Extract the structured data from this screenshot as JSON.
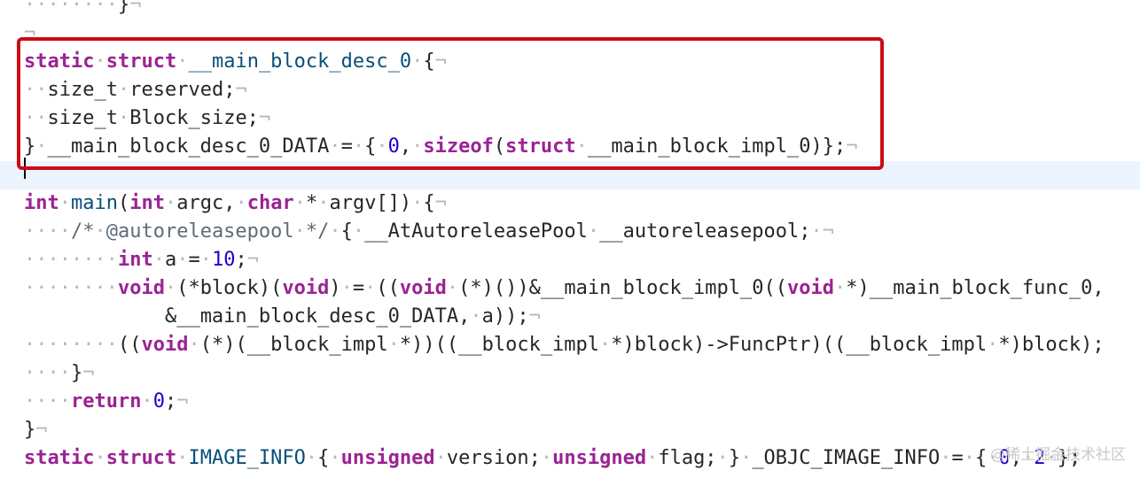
{
  "editor": {
    "colors": {
      "keyword": "#9b2393",
      "type": "#0b4f79",
      "number": "#1c00cf",
      "comment": "#5d6c79",
      "plain": "#262626",
      "invisible": "#b8b8b8",
      "current_line": "#ecf5fe",
      "highlight_box": "#cc0b13"
    },
    "lines": [
      {
        "tokens": [
          {
            "t": "ws",
            "v": "········"
          },
          {
            "t": "plain",
            "v": "}"
          },
          {
            "t": "ws",
            "v": "¬"
          }
        ]
      },
      {
        "tokens": [
          {
            "t": "ws",
            "v": "¬"
          }
        ]
      },
      {
        "tokens": [
          {
            "t": "kw",
            "v": "static"
          },
          {
            "t": "ws",
            "v": "·"
          },
          {
            "t": "kw",
            "v": "struct"
          },
          {
            "t": "ws",
            "v": "·"
          },
          {
            "t": "type",
            "v": "__main_block_desc_0"
          },
          {
            "t": "ws",
            "v": "·"
          },
          {
            "t": "plain",
            "v": "{"
          },
          {
            "t": "ws",
            "v": "¬"
          }
        ]
      },
      {
        "tokens": [
          {
            "t": "ws",
            "v": "··"
          },
          {
            "t": "plain",
            "v": "size_t"
          },
          {
            "t": "ws",
            "v": "·"
          },
          {
            "t": "plain",
            "v": "reserved;"
          },
          {
            "t": "ws",
            "v": "¬"
          }
        ]
      },
      {
        "tokens": [
          {
            "t": "ws",
            "v": "··"
          },
          {
            "t": "plain",
            "v": "size_t"
          },
          {
            "t": "ws",
            "v": "·"
          },
          {
            "t": "plain",
            "v": "Block_size;"
          },
          {
            "t": "ws",
            "v": "¬"
          }
        ]
      },
      {
        "tokens": [
          {
            "t": "plain",
            "v": "}"
          },
          {
            "t": "ws",
            "v": "·"
          },
          {
            "t": "plain",
            "v": "__main_block_desc_0_DATA"
          },
          {
            "t": "ws",
            "v": "·"
          },
          {
            "t": "plain",
            "v": "="
          },
          {
            "t": "ws",
            "v": "·"
          },
          {
            "t": "plain",
            "v": "{"
          },
          {
            "t": "ws",
            "v": "·"
          },
          {
            "t": "num",
            "v": "0"
          },
          {
            "t": "plain",
            "v": ","
          },
          {
            "t": "ws",
            "v": "·"
          },
          {
            "t": "kw",
            "v": "sizeof"
          },
          {
            "t": "plain",
            "v": "("
          },
          {
            "t": "kw",
            "v": "struct"
          },
          {
            "t": "ws",
            "v": "·"
          },
          {
            "t": "plain",
            "v": "__main_block_impl_0)};"
          },
          {
            "t": "ws",
            "v": "¬"
          }
        ]
      },
      {
        "current": true,
        "tokens": []
      },
      {
        "tokens": [
          {
            "t": "kw",
            "v": "int"
          },
          {
            "t": "ws",
            "v": "·"
          },
          {
            "t": "type",
            "v": "main"
          },
          {
            "t": "plain",
            "v": "("
          },
          {
            "t": "kw",
            "v": "int"
          },
          {
            "t": "ws",
            "v": "·"
          },
          {
            "t": "plain",
            "v": "argc,"
          },
          {
            "t": "ws",
            "v": "·"
          },
          {
            "t": "kw",
            "v": "char"
          },
          {
            "t": "ws",
            "v": "·"
          },
          {
            "t": "plain",
            "v": "*"
          },
          {
            "t": "ws",
            "v": "·"
          },
          {
            "t": "plain",
            "v": "argv[])"
          },
          {
            "t": "ws",
            "v": "·"
          },
          {
            "t": "plain",
            "v": "{"
          },
          {
            "t": "ws",
            "v": "¬"
          }
        ]
      },
      {
        "tokens": [
          {
            "t": "ws",
            "v": "····"
          },
          {
            "t": "comment",
            "v": "/*"
          },
          {
            "t": "ws",
            "v": "·"
          },
          {
            "t": "comment",
            "v": "@autoreleasepool"
          },
          {
            "t": "ws",
            "v": "·"
          },
          {
            "t": "comment",
            "v": "*/"
          },
          {
            "t": "ws",
            "v": "·"
          },
          {
            "t": "plain",
            "v": "{"
          },
          {
            "t": "ws",
            "v": "·"
          },
          {
            "t": "plain",
            "v": "__AtAutoreleasePool"
          },
          {
            "t": "ws",
            "v": "·"
          },
          {
            "t": "plain",
            "v": "__autoreleasepool;"
          },
          {
            "t": "ws",
            "v": "·¬"
          }
        ]
      },
      {
        "tokens": [
          {
            "t": "ws",
            "v": "········"
          },
          {
            "t": "kw",
            "v": "int"
          },
          {
            "t": "ws",
            "v": "·"
          },
          {
            "t": "plain",
            "v": "a"
          },
          {
            "t": "ws",
            "v": "·"
          },
          {
            "t": "plain",
            "v": "="
          },
          {
            "t": "ws",
            "v": "·"
          },
          {
            "t": "num",
            "v": "10"
          },
          {
            "t": "plain",
            "v": ";"
          },
          {
            "t": "ws",
            "v": "¬"
          }
        ]
      },
      {
        "tokens": [
          {
            "t": "ws",
            "v": "········"
          },
          {
            "t": "kw",
            "v": "void"
          },
          {
            "t": "ws",
            "v": "·"
          },
          {
            "t": "plain",
            "v": "(*block)("
          },
          {
            "t": "kw",
            "v": "void"
          },
          {
            "t": "plain",
            "v": ")"
          },
          {
            "t": "ws",
            "v": "·"
          },
          {
            "t": "plain",
            "v": "="
          },
          {
            "t": "ws",
            "v": "·"
          },
          {
            "t": "plain",
            "v": "(("
          },
          {
            "t": "kw",
            "v": "void"
          },
          {
            "t": "ws",
            "v": "·"
          },
          {
            "t": "plain",
            "v": "(*)())&__main_block_impl_0(("
          },
          {
            "t": "kw",
            "v": "void"
          },
          {
            "t": "ws",
            "v": "·"
          },
          {
            "t": "plain",
            "v": "*)__main_block_func_0,"
          }
        ]
      },
      {
        "tokens": [
          {
            "t": "ws",
            "v": "            "
          },
          {
            "t": "plain",
            "v": "&__main_block_desc_0_DATA,"
          },
          {
            "t": "ws",
            "v": "·"
          },
          {
            "t": "plain",
            "v": "a));"
          },
          {
            "t": "ws",
            "v": "¬"
          }
        ]
      },
      {
        "tokens": [
          {
            "t": "ws",
            "v": "········"
          },
          {
            "t": "plain",
            "v": "(("
          },
          {
            "t": "kw",
            "v": "void"
          },
          {
            "t": "ws",
            "v": "·"
          },
          {
            "t": "plain",
            "v": "(*)(__block_impl"
          },
          {
            "t": "ws",
            "v": "·"
          },
          {
            "t": "plain",
            "v": "*))((__block_impl"
          },
          {
            "t": "ws",
            "v": "·"
          },
          {
            "t": "plain",
            "v": "*)block)->FuncPtr)((__block_impl"
          },
          {
            "t": "ws",
            "v": "·"
          },
          {
            "t": "plain",
            "v": "*)block);"
          }
        ]
      },
      {
        "tokens": [
          {
            "t": "ws",
            "v": "····"
          },
          {
            "t": "plain",
            "v": "}"
          },
          {
            "t": "ws",
            "v": "¬"
          }
        ]
      },
      {
        "tokens": [
          {
            "t": "ws",
            "v": "····"
          },
          {
            "t": "kw",
            "v": "return"
          },
          {
            "t": "ws",
            "v": "·"
          },
          {
            "t": "num",
            "v": "0"
          },
          {
            "t": "plain",
            "v": ";"
          },
          {
            "t": "ws",
            "v": "¬"
          }
        ]
      },
      {
        "tokens": [
          {
            "t": "plain",
            "v": "}"
          },
          {
            "t": "ws",
            "v": "¬"
          }
        ]
      },
      {
        "tokens": [
          {
            "t": "kw",
            "v": "static"
          },
          {
            "t": "ws",
            "v": "·"
          },
          {
            "t": "kw",
            "v": "struct"
          },
          {
            "t": "ws",
            "v": "·"
          },
          {
            "t": "type",
            "v": "IMAGE_INFO"
          },
          {
            "t": "ws",
            "v": "·"
          },
          {
            "t": "plain",
            "v": "{"
          },
          {
            "t": "ws",
            "v": "·"
          },
          {
            "t": "kw",
            "v": "unsigned"
          },
          {
            "t": "ws",
            "v": "·"
          },
          {
            "t": "plain",
            "v": "version;"
          },
          {
            "t": "ws",
            "v": "·"
          },
          {
            "t": "kw",
            "v": "unsigned"
          },
          {
            "t": "ws",
            "v": "·"
          },
          {
            "t": "plain",
            "v": "flag;"
          },
          {
            "t": "ws",
            "v": "·"
          },
          {
            "t": "plain",
            "v": "}"
          },
          {
            "t": "ws",
            "v": "·"
          },
          {
            "t": "plain",
            "v": "_OBJC_IMAGE_INFO"
          },
          {
            "t": "ws",
            "v": "·"
          },
          {
            "t": "plain",
            "v": "="
          },
          {
            "t": "ws",
            "v": "·"
          },
          {
            "t": "plain",
            "v": "{"
          },
          {
            "t": "ws",
            "v": "·"
          },
          {
            "t": "num",
            "v": "0"
          },
          {
            "t": "plain",
            "v": ","
          },
          {
            "t": "ws",
            "v": "·"
          },
          {
            "t": "num",
            "v": "2"
          },
          {
            "t": "ws",
            "v": "·"
          },
          {
            "t": "plain",
            "v": "};"
          }
        ]
      }
    ]
  },
  "watermark": "@稀土掘金技术社区"
}
